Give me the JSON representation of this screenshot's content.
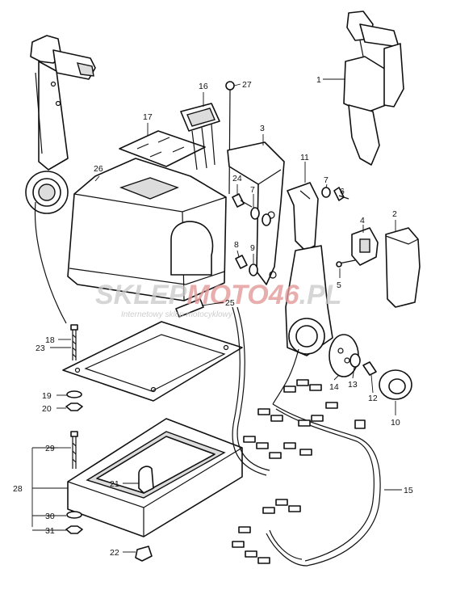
{
  "watermark": {
    "name_left": "SKLEP",
    "name_accent": "MOTO46",
    "name_right": ".PL",
    "tagline": "Internetowy sklep motocyklowy",
    "accent_color": "#e29a9a"
  },
  "callouts": [
    "1",
    "2",
    "3",
    "4",
    "5",
    "6",
    "7",
    "7",
    "8",
    "9",
    "10",
    "11",
    "12",
    "13",
    "14",
    "15",
    "16",
    "17",
    "18",
    "19",
    "20",
    "21",
    "22",
    "23",
    "24",
    "25",
    "26",
    "27",
    "28",
    "29",
    "30",
    "31"
  ]
}
